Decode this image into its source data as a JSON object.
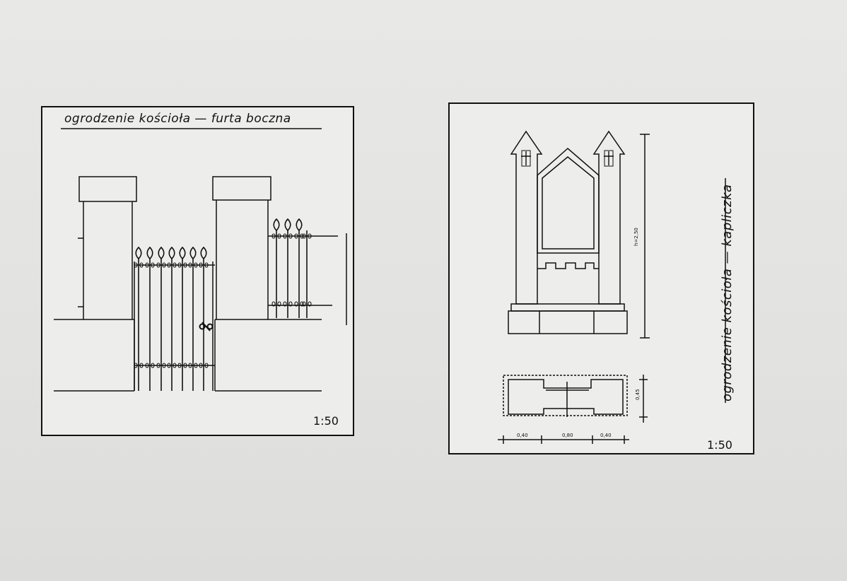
{
  "left_panel": {
    "title": "ogrodzenie kościoła — furta boczna",
    "scale": "1:50"
  },
  "right_panel": {
    "title": "ogrodzenie kościoła — kapliczka",
    "scale": "1:50",
    "dimension_height": "h=2,50",
    "dimension_widths": [
      "0,40",
      "0,80",
      "0,40"
    ],
    "dimension_depth": "0,45"
  }
}
